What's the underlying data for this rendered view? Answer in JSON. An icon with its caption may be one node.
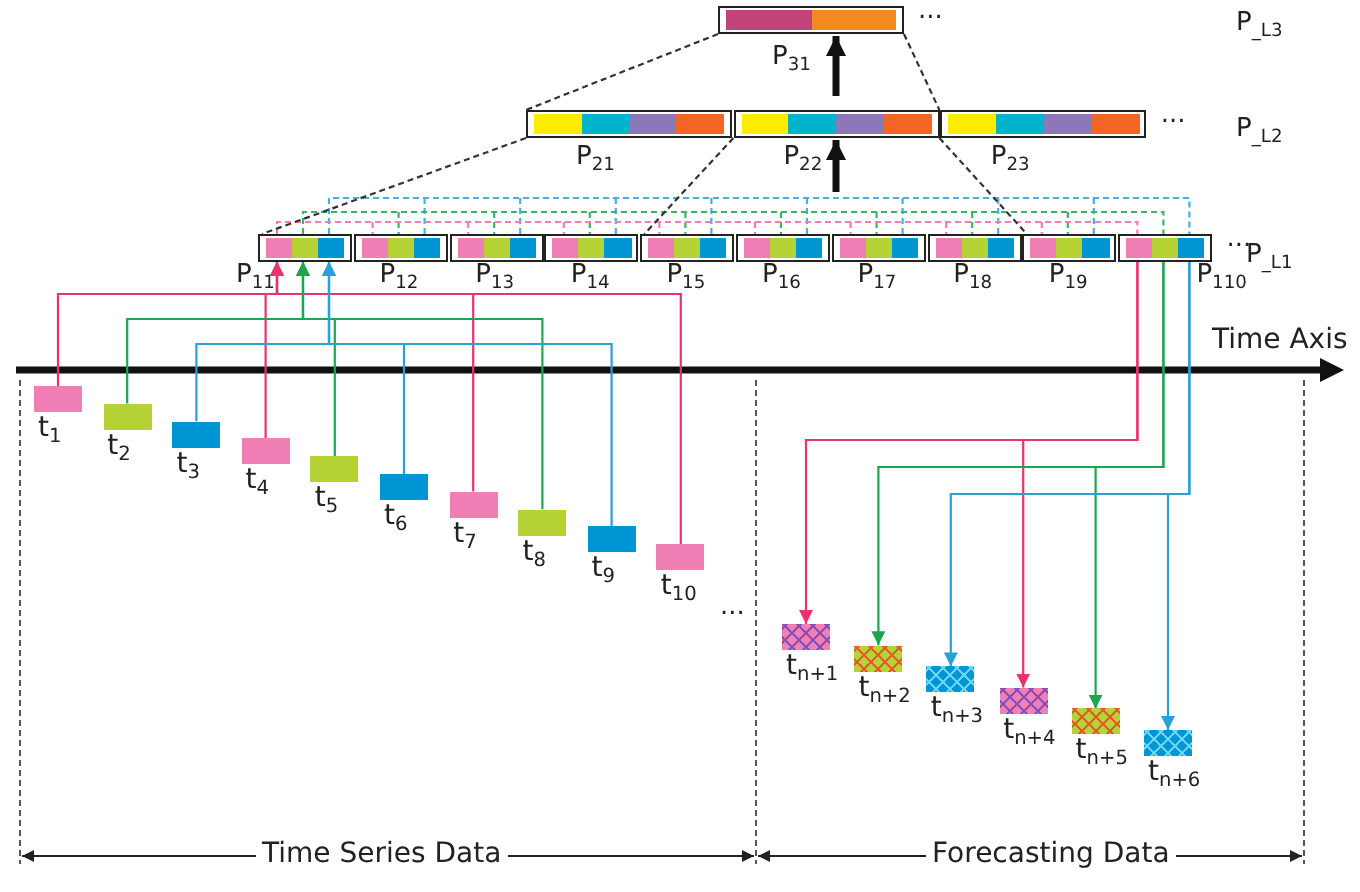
{
  "diagram": {
    "nodes": [
      {
        "text": [
          "P$_{31}$"
        ],
        "beside": [
          "..."
        ]
      },
      {
        "text": [
          "P$_{21}$"
        ]
      },
      {
        "text": [
          "P$_{22}$"
        ]
      },
      {
        "text": [
          "P$_{23}$"
        ],
        "beside": [
          "..."
        ]
      },
      {
        "text": [
          "P$_{11}$"
        ]
      },
      {
        "text": [
          "P$_{12}$"
        ]
      },
      {
        "text": [
          "P$_{13}$"
        ]
      },
      {
        "text": [
          "P$_{14}$"
        ]
      },
      {
        "text": [
          "P$_{15}$"
        ]
      },
      {
        "text": [
          "P$_{16}$"
        ]
      },
      {
        "text": [
          "P$_{17}$"
        ]
      },
      {
        "text": [
          "P$_{18}$"
        ]
      },
      {
        "text": [
          "P$_{19}$"
        ]
      },
      {
        "text": [
          "P$_{110}$"
        ],
        "beside": [
          "..."
        ]
      },
      {
        "text": [
          "t$_{1}$"
        ]
      },
      {
        "text": [
          "t$_{2}$"
        ]
      },
      {
        "text": [
          "t$_{3}$"
        ]
      },
      {
        "text": [
          "t$_{4}$"
        ]
      },
      {
        "text": [
          "t$_{5}$"
        ]
      },
      {
        "text": [
          "t$_{6}$"
        ]
      },
      {
        "text": [
          "t$_{7}$"
        ]
      },
      {
        "text": [
          "t$_{8}$"
        ]
      },
      {
        "text": [
          "t$_{9}$"
        ]
      },
      {
        "text": [
          "t$_{10}$"
        ]
      },
      {
        "text": [
          "t$_{n+1}$"
        ]
      },
      {
        "text": [
          "t$_{n+2}$"
        ]
      },
      {
        "text": [
          "t$_{n+3}$"
        ]
      },
      {
        "text": [
          "t$_{n+4}$"
        ]
      },
      {
        "text": [
          "t$_{n+5}$"
        ]
      },
      {
        "text": [
          "t$_{n+6}$"
        ]
      }
    ],
    "edges": [
      {
        "from": 2,
        "to": 0,
        "arrow": "to",
        "style": "thick",
        "color": "#111111"
      },
      {
        "from": null,
        "to": 2,
        "arrow": "to",
        "style": "thick",
        "color": "#111111"
      },
      {
        "from": 0,
        "to": 1,
        "arrow": "none",
        "style": "dashed",
        "color": "#333333"
      },
      {
        "from": 0,
        "to": 2,
        "arrow": "none",
        "style": "dashed",
        "color": "#333333"
      },
      {
        "from": 1,
        "to": 4,
        "arrow": "none",
        "style": "dashed",
        "color": "#333333"
      },
      {
        "from": 2,
        "to": 8,
        "arrow": "none",
        "style": "dashed",
        "color": "#333333"
      },
      {
        "from": 2,
        "to": 12,
        "arrow": "none",
        "style": "dashed",
        "color": "#333333"
      },
      {
        "from": 4,
        "to": 5,
        "arrow": "none",
        "style": "dashed",
        "color": "#4aaee0"
      },
      {
        "from": 4,
        "to": 6,
        "arrow": "none",
        "style": "dashed",
        "color": "#4aaee0"
      },
      {
        "from": 4,
        "to": 7,
        "arrow": "none",
        "style": "dashed",
        "color": "#4aaee0"
      },
      {
        "from": 4,
        "to": 8,
        "arrow": "none",
        "style": "dashed",
        "color": "#4aaee0"
      },
      {
        "from": 4,
        "to": 9,
        "arrow": "none",
        "style": "dashed",
        "color": "#4aaee0"
      },
      {
        "from": 4,
        "to": 10,
        "arrow": "none",
        "style": "dashed",
        "color": "#4aaee0"
      },
      {
        "from": 4,
        "to": 11,
        "arrow": "none",
        "style": "dashed",
        "color": "#4aaee0"
      },
      {
        "from": 4,
        "to": 12,
        "arrow": "none",
        "style": "dashed",
        "color": "#4aaee0"
      },
      {
        "from": 4,
        "to": 13,
        "arrow": "none",
        "style": "dashed",
        "color": "#4aaee0"
      },
      {
        "from": 4,
        "to": 5,
        "arrow": "none",
        "style": "dashed",
        "color": "#3cb563"
      },
      {
        "from": 4,
        "to": 6,
        "arrow": "none",
        "style": "dashed",
        "color": "#3cb563"
      },
      {
        "from": 4,
        "to": 7,
        "arrow": "none",
        "style": "dashed",
        "color": "#3cb563"
      },
      {
        "from": 4,
        "to": 8,
        "arrow": "none",
        "style": "dashed",
        "color": "#3cb563"
      },
      {
        "from": 4,
        "to": 9,
        "arrow": "none",
        "style": "dashed",
        "color": "#3cb563"
      },
      {
        "from": 4,
        "to": 10,
        "arrow": "none",
        "style": "dashed",
        "color": "#3cb563"
      },
      {
        "from": 4,
        "to": 11,
        "arrow": "none",
        "style": "dashed",
        "color": "#3cb563"
      },
      {
        "from": 4,
        "to": 12,
        "arrow": "none",
        "style": "dashed",
        "color": "#3cb563"
      },
      {
        "from": 4,
        "to": 13,
        "arrow": "none",
        "style": "dashed",
        "color": "#3cb563"
      },
      {
        "from": 4,
        "to": 5,
        "arrow": "none",
        "style": "dashed",
        "color": "#f07fb5"
      },
      {
        "from": 4,
        "to": 6,
        "arrow": "none",
        "style": "dashed",
        "color": "#f07fb5"
      },
      {
        "from": 4,
        "to": 7,
        "arrow": "none",
        "style": "dashed",
        "color": "#f07fb5"
      },
      {
        "from": 4,
        "to": 8,
        "arrow": "none",
        "style": "dashed",
        "color": "#f07fb5"
      },
      {
        "from": 4,
        "to": 9,
        "arrow": "none",
        "style": "dashed",
        "color": "#f07fb5"
      },
      {
        "from": 4,
        "to": 10,
        "arrow": "none",
        "style": "dashed",
        "color": "#f07fb5"
      },
      {
        "from": 4,
        "to": 11,
        "arrow": "none",
        "style": "dashed",
        "color": "#f07fb5"
      },
      {
        "from": 4,
        "to": 12,
        "arrow": "none",
        "style": "dashed",
        "color": "#f07fb5"
      },
      {
        "from": 4,
        "to": 13,
        "arrow": "none",
        "style": "dashed",
        "color": "#f07fb5"
      },
      {
        "from": 14,
        "to": 4,
        "arrow": "to",
        "color": "#e8336f"
      },
      {
        "from": 17,
        "to": 4,
        "arrow": "to",
        "color": "#e8336f"
      },
      {
        "from": 20,
        "to": 4,
        "arrow": "to",
        "color": "#e8336f"
      },
      {
        "from": 23,
        "to": 4,
        "arrow": "to",
        "color": "#e8336f"
      },
      {
        "from": 15,
        "to": 4,
        "arrow": "to",
        "color": "#1aa84f"
      },
      {
        "from": 18,
        "to": 4,
        "arrow": "to",
        "color": "#1aa84f"
      },
      {
        "from": 21,
        "to": 4,
        "arrow": "to",
        "color": "#1aa84f"
      },
      {
        "from": 16,
        "to": 4,
        "arrow": "to",
        "color": "#2a9fd8"
      },
      {
        "from": 19,
        "to": 4,
        "arrow": "to",
        "color": "#2a9fd8"
      },
      {
        "from": 22,
        "to": 4,
        "arrow": "to",
        "color": "#2a9fd8"
      },
      {
        "from": 13,
        "to": 24,
        "arrow": "to",
        "color": "#e8336f"
      },
      {
        "from": 13,
        "to": 27,
        "arrow": "to",
        "color": "#e8336f"
      },
      {
        "from": 13,
        "to": 25,
        "arrow": "to",
        "color": "#1aa84f"
      },
      {
        "from": 13,
        "to": 28,
        "arrow": "to",
        "color": "#1aa84f"
      },
      {
        "from": 13,
        "to": 26,
        "arrow": "to",
        "color": "#2a9fd8"
      },
      {
        "from": 13,
        "to": 29,
        "arrow": "to",
        "color": "#2a9fd8"
      }
    ],
    "labels": [
      "P$_{_L3}$",
      "P$_{_L2}$",
      "P$_{_L1}$",
      "Time Axis",
      "...",
      "Time Series Data",
      "Forecasting Data"
    ]
  }
}
